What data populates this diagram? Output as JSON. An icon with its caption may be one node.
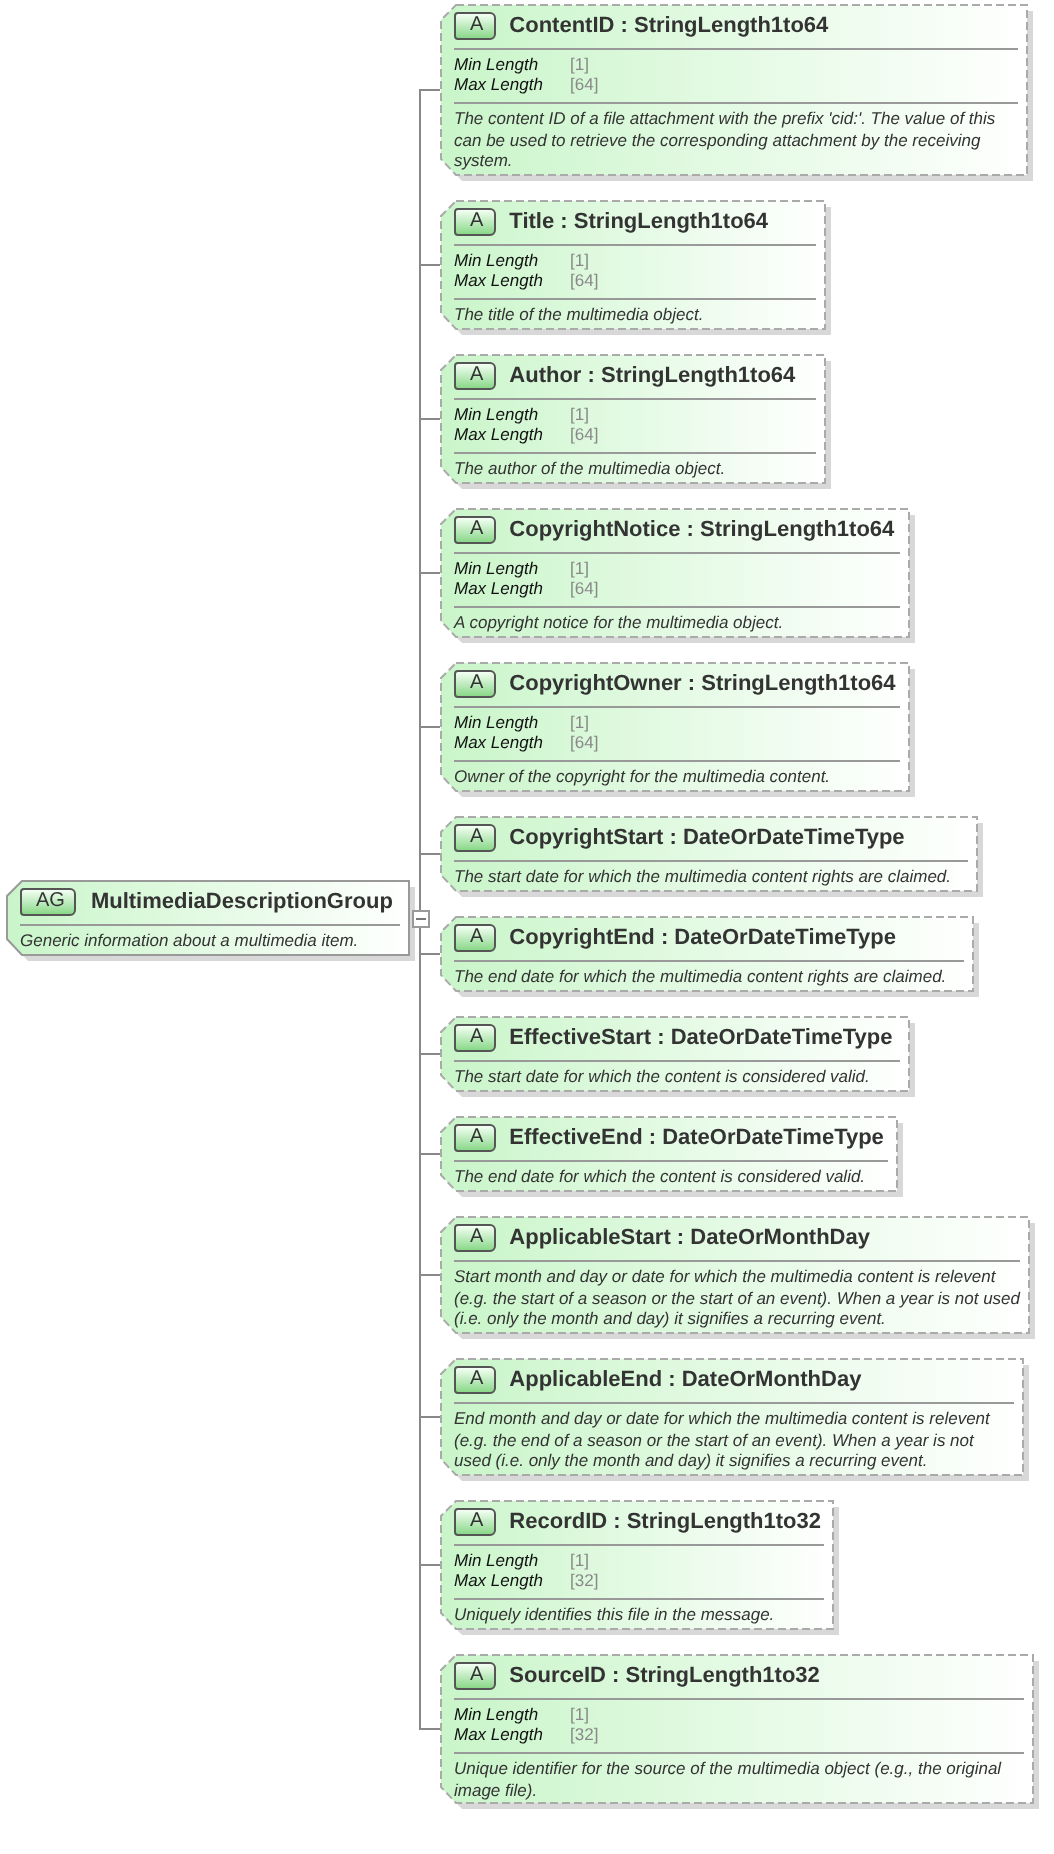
{
  "diagram": {
    "nodes": [
      {
        "text": [
          "AG",
          "MultimediaDescriptionGroup",
          "Generic information about a multimedia item."
        ]
      },
      {
        "text": [
          "A",
          "ContentID : StringLength1to64",
          "Min Length",
          "[1]",
          "Max Length",
          "[64]",
          "The content ID of a file attachment with the prefix 'cid:'. The value of this can be used to retrieve the corresponding attachment by the receiving system."
        ]
      },
      {
        "text": [
          "A",
          "Title : StringLength1to64",
          "Min Length",
          "[1]",
          "Max Length",
          "[64]",
          "The title of the multimedia object."
        ]
      },
      {
        "text": [
          "A",
          "Author : StringLength1to64",
          "Min Length",
          "[1]",
          "Max Length",
          "[64]",
          "The author of the multimedia object."
        ]
      },
      {
        "text": [
          "A",
          "CopyrightNotice : StringLength1to64",
          "Min Length",
          "[1]",
          "Max Length",
          "[64]",
          "A copyright notice for the multimedia object."
        ]
      },
      {
        "text": [
          "A",
          "CopyrightOwner : StringLength1to64",
          "Min Length",
          "[1]",
          "Max Length",
          "[64]",
          "Owner of the copyright for the multimedia content."
        ]
      },
      {
        "text": [
          "A",
          "CopyrightStart : DateOrDateTimeType",
          "The start date for which the multimedia content rights are claimed."
        ]
      },
      {
        "text": [
          "A",
          "CopyrightEnd : DateOrDateTimeType",
          "The end date for which the multimedia content rights are claimed."
        ]
      },
      {
        "text": [
          "A",
          "EffectiveStart : DateOrDateTimeType",
          "The start date for which the content is considered valid."
        ]
      },
      {
        "text": [
          "A",
          "EffectiveEnd : DateOrDateTimeType",
          "The end date for which the content is considered valid."
        ]
      },
      {
        "text": [
          "A",
          "ApplicableStart : DateOrMonthDay",
          "Start month and day or date for which the multimedia content is relevent (e.g. the start of a season or the start of an event). When a year is not used (i.e. only the month and day) it signifies a recurring event."
        ]
      },
      {
        "text": [
          "A",
          "ApplicableEnd : DateOrMonthDay",
          "End month and day or date for which the multimedia content is relevent (e.g. the end of a season or the start of an event). When a year is not used (i.e. only the month and day) it signifies a recurring event."
        ]
      },
      {
        "text": [
          "A",
          "RecordID : StringLength1to32",
          "Min Length",
          "[1]",
          "Max Length",
          "[32]",
          "Uniquely identifies this file in the message."
        ]
      },
      {
        "text": [
          "A",
          "SourceID : StringLength1to32",
          "Min Length",
          "[1]",
          "Max Length",
          "[32]",
          "Unique identifier for the source of the multimedia object (e.g., the original image file)."
        ]
      }
    ],
    "edges": [
      {
        "from": 0,
        "to": 1,
        "arrow": "none"
      },
      {
        "from": 0,
        "to": 2,
        "arrow": "none"
      },
      {
        "from": 0,
        "to": 3,
        "arrow": "none"
      },
      {
        "from": 0,
        "to": 4,
        "arrow": "none"
      },
      {
        "from": 0,
        "to": 5,
        "arrow": "none"
      },
      {
        "from": 0,
        "to": 6,
        "arrow": "none"
      },
      {
        "from": 0,
        "to": 7,
        "arrow": "none"
      },
      {
        "from": 0,
        "to": 8,
        "arrow": "none"
      },
      {
        "from": 0,
        "to": 9,
        "arrow": "none"
      },
      {
        "from": 0,
        "to": 10,
        "arrow": "none"
      },
      {
        "from": 0,
        "to": 11,
        "arrow": "none"
      },
      {
        "from": 0,
        "to": 12,
        "arrow": "none"
      },
      {
        "from": 0,
        "to": 13,
        "arrow": "none"
      }
    ]
  }
}
